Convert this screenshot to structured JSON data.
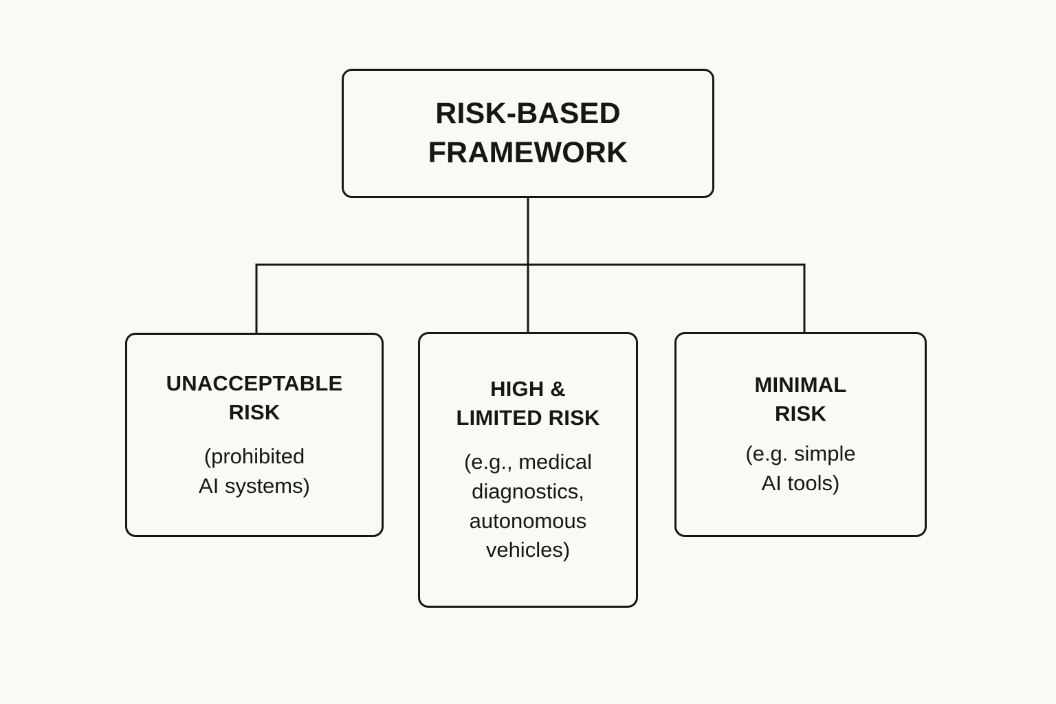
{
  "canvas": {
    "background_color": "#faf9f5",
    "stroke_color": "#17170f"
  },
  "diagram": {
    "type": "hierarchy-tree",
    "root": {
      "id": "risk-based-framework",
      "title": "RISK-BASED\nFRAMEWORK"
    },
    "children": [
      {
        "id": "unacceptable-risk",
        "title": "UNACCEPTABLE\nRISK",
        "detail": "(prohibited\nAI systems)"
      },
      {
        "id": "high-limited-risk",
        "title": "HIGH &\nLIMITED RISK",
        "detail": "(e.g., medical\ndiagnostics,\nautonomous\nvehicles)"
      },
      {
        "id": "minimal-risk",
        "title": "MINIMAL\nRISK",
        "detail": "(e.g. simple\nAI tools)"
      }
    ]
  }
}
